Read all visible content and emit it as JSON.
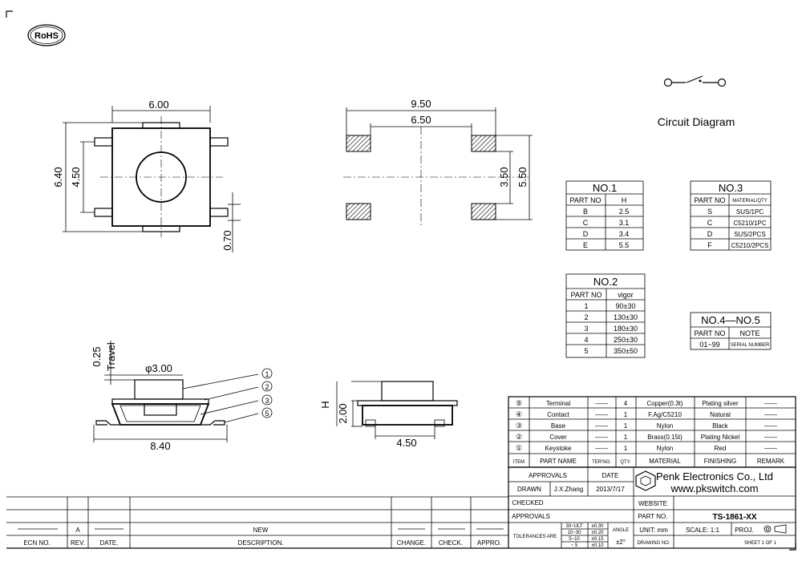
{
  "logo": {
    "text": "RoHS"
  },
  "circuit_label": "Circuit Diagram",
  "dims": {
    "top_width": "6.00",
    "top_height_outer": "6.40",
    "top_height_inner": "4.50",
    "top_lead": "0.70",
    "pad_outer": "9.50",
    "pad_inner": "6.50",
    "pad_v_inner": "3.50",
    "pad_v_outer": "5.50",
    "travel_val": "0.25",
    "travel_label": "Travel",
    "knob_dia": "φ3.00",
    "side_len": "8.40",
    "h_label": "H",
    "side2_h": "2.00",
    "side2_w": "4.50"
  },
  "balloons": [
    "1",
    "2",
    "3",
    "5"
  ],
  "table_no1": {
    "title": "NO.1",
    "headers": [
      "PART NO",
      "H"
    ],
    "rows": [
      [
        "B",
        "2.5"
      ],
      [
        "C",
        "3.1"
      ],
      [
        "D",
        "3.4"
      ],
      [
        "E",
        "5.5"
      ]
    ]
  },
  "table_no2": {
    "title": "NO.2",
    "headers": [
      "PART NO",
      "vigor"
    ],
    "rows": [
      [
        "1",
        "90±30"
      ],
      [
        "2",
        "130±30"
      ],
      [
        "3",
        "180±30"
      ],
      [
        "4",
        "250±30"
      ],
      [
        "5",
        "350±50"
      ]
    ]
  },
  "table_no3": {
    "title": "NO.3",
    "headers": [
      "PART NO",
      "MATERIAL/QTY"
    ],
    "rows": [
      [
        "S",
        "SUS/1PC"
      ],
      [
        "C",
        "C5210/1PC"
      ],
      [
        "D",
        "SUS/2PCS"
      ],
      [
        "F",
        "C5210/2PCS"
      ]
    ]
  },
  "table_no45": {
    "title": "NO.4—NO.5",
    "headers": [
      "PART NO",
      "NOTE"
    ],
    "rows": [
      [
        "01~99",
        "SERIAL NUMBER"
      ]
    ]
  },
  "bom": {
    "rows": [
      {
        "item": "⑤",
        "name": "Terminal",
        "ter": "——",
        "qty": "4",
        "mat": "Copper(0.3t)",
        "fin": "Plating silver",
        "rem": "——"
      },
      {
        "item": "④",
        "name": "Contact",
        "ter": "——",
        "qty": "1",
        "mat": "F.Ag/C5210",
        "fin": "Natural",
        "rem": "——"
      },
      {
        "item": "③",
        "name": "Base",
        "ter": "——",
        "qty": "1",
        "mat": "Nylon",
        "fin": "Black",
        "rem": "——"
      },
      {
        "item": "②",
        "name": "Cover",
        "ter": "——",
        "qty": "1",
        "mat": "Brass(0.15t)",
        "fin": "Plating Nickel",
        "rem": "——"
      },
      {
        "item": "①",
        "name": "Keystoke",
        "ter": "——",
        "qty": "1",
        "mat": "Nylon",
        "fin": "Red",
        "rem": "——"
      }
    ],
    "headers": [
      "ITEM",
      "PART NAME",
      "TER'NO.",
      "QTY.",
      "MATERIAL",
      "FINISHING",
      "REMARK"
    ]
  },
  "title_block": {
    "approvals": "APPROVALS",
    "date_h": "DATE",
    "drawn": "DRAWN",
    "drawn_by": "J.X.Zhang",
    "drawn_date": "2013/7/17",
    "checked": "CHECKED",
    "approvals2": "APPROVALS",
    "tolerances": "TOLERANCES ARE",
    "tol_ranges": [
      "30~ULT",
      "10~30",
      "5~10",
      "~ 5"
    ],
    "tol_vals": [
      "±0.30",
      "±0.20",
      "±0.15",
      "±0.10"
    ],
    "angle": "ANGLE",
    "angle_val": "±2°",
    "company": "Penk Electronics Co., Ltd",
    "website_url": "www.pkswitch.com",
    "website": "WEBSITE",
    "part_no_label": "PART NO.",
    "part_no": "TS-1861-XX",
    "unit": "UNIT: mm",
    "scale": "SCALE: 1:1",
    "proj": "PROJ.",
    "drawing_no": "DRAWING NO.",
    "sheet": "SHEET 1 OF 1"
  },
  "revision": {
    "rev": "A",
    "desc": "NEW",
    "headers": [
      "ECN NO.",
      "REV.",
      "DATE.",
      "DESCRIPTION.",
      "CHANGE.",
      "CHECK.",
      "APPRO."
    ]
  }
}
